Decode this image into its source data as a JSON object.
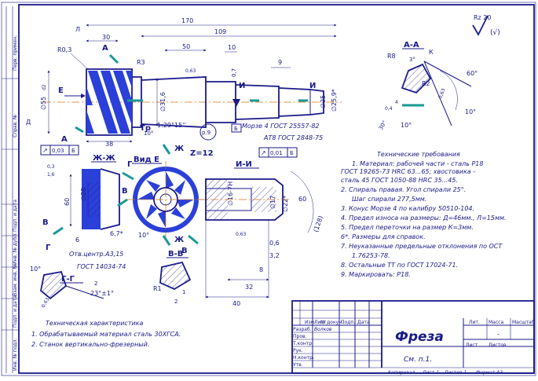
{
  "colors": {
    "ink": "#1a1a8a",
    "axis": "#d27a1e",
    "accent": "#1a9a96",
    "fill": "#2a40d8"
  },
  "roughness": {
    "main": "Rz 20",
    "note": "(√)"
  },
  "side_strip": [
    "Перв. примен.",
    "Справ. №",
    "Подп. и дата",
    "Инв. № дубл.",
    "Взам. инв. №",
    "Подп. и дата",
    "Инв. № подл."
  ],
  "main_view": {
    "dims": {
      "total_length": "170",
      "d109": "109",
      "d50": "50",
      "d30": "30",
      "d10": "10",
      "d9": "9",
      "d38": "38",
      "r03": "R0,3",
      "r3": "R3",
      "dia55": "∅55",
      "dia55_tol": "d2",
      "dia31_6": "∅31,6",
      "dia25": "∅25",
      "dia25_9": "∅25,9*",
      "r63": "0,63",
      "d07": "0,7",
      "taper": "1:29°15''",
      "taper_deg": "10°",
      "radial_runout": "0,03",
      "runout_ref": "Б",
      "p9": "p.9",
      "l": "Л",
      "d": "Д"
    },
    "labels": {
      "a_top": "А",
      "a_bottom": "А",
      "e": "Е",
      "tr": "Тр",
      "i1": "И",
      "i2": "И",
      "b": "Б"
    },
    "notes": {
      "morse": "Морзе 4 ГОСТ 25557-82",
      "at8": "АТ8 ГОСТ 2848-75",
      "runout2": "0,01",
      "runout2_ref": "Б"
    }
  },
  "section_aa": {
    "title": "А-А",
    "r8": "R8",
    "r2": "R2",
    "angle": "3°",
    "k": "К",
    "v60": "60°",
    "v10": "10°",
    "v30": "30°",
    "v04": "0,4",
    "v4": "4",
    "dim_r": "0,63"
  },
  "view_zhzh": {
    "title": "Ж-Ж",
    "d28": "∅28",
    "d60": "60",
    "d6": "6",
    "d67": "6,7*",
    "d03": "0,3",
    "d16": "1,6",
    "v": "В",
    "v2": "В",
    "g": "Г"
  },
  "view_e": {
    "title": "Вид Е",
    "z": "Z=12",
    "zh_top": "Ж",
    "zh_bottom": "Ж",
    "g": "Г",
    "v": "В",
    "ang10": "10°"
  },
  "center": {
    "note1": "Отв.центр.А3,15",
    "note2": "ГОСТ 14034-74"
  },
  "section_ii": {
    "title": "И-И",
    "d16": "∅16-7H",
    "d17": "∅17",
    "d22": "∅22*",
    "d60": "60",
    "d128": "(128)",
    "d06": "0,6",
    "d32": "3,2",
    "d8": "8",
    "d32b": "32",
    "d40": "40",
    "d063": "0,63"
  },
  "section_vv": {
    "title": "В-В",
    "r1": "R1",
    "d2": "2",
    "d1": "1"
  },
  "section_gg": {
    "title": "Г-Г",
    "d2": "2",
    "d23": "23°±1°",
    "d10": "10°",
    "d063": "0,63"
  },
  "tech_req": {
    "title": "Технические требования",
    "items": [
      "1. Материал: рабочей части - сталь Р18",
      "ГОСТ 19265-73 HRC 63...65; хвостовика -",
      "сталь 45 ГОСТ 1050-88 HRC 35...45.",
      "2. Спираль правая. Угол спирали 25°.",
      "Шаг спирали 277,5мм.",
      "3. Конус Морзе 4 по калибру 50510-104.",
      "4. Предел износа на размеры: Д=46мм., Л=15мм.",
      "5. Предел переточки на размер  К=3мм.",
      "6*. Размеры для справок.",
      "7. Неуказанные предельные отклонения по ОСТ",
      "1.76253-78.",
      "8. Остальные ТТ по ГОСТ 17024-71.",
      "9. Маркировать: Р18."
    ]
  },
  "tech_char": {
    "title": "Техническая характеристика",
    "items": [
      "1. Обрабатываемый материал сталь 30ХГСА.",
      "2. Станок вертикально-фрезерный."
    ]
  },
  "title_block": {
    "name": "Фреза",
    "sheet_ref": "См. п.1.",
    "lit": "Лит.",
    "mass": "Масса",
    "scale": "Масштаб",
    "dash": "-",
    "sheet": "Лист",
    "sheets": "Листов",
    "rows": [
      "Изм.",
      "Разраб.",
      "Пров.",
      "Т.контр.",
      "Рук.",
      "Н.контр.",
      "Утв."
    ],
    "cols": [
      "Лист",
      "№ докум.",
      "Подп.",
      "Дата"
    ],
    "developer": "Волков",
    "footer_copy": "Копировал",
    "footer_sheet": "Лист 1",
    "footer_sheets": "Листов 1",
    "footer_format": "Формат  А3"
  }
}
